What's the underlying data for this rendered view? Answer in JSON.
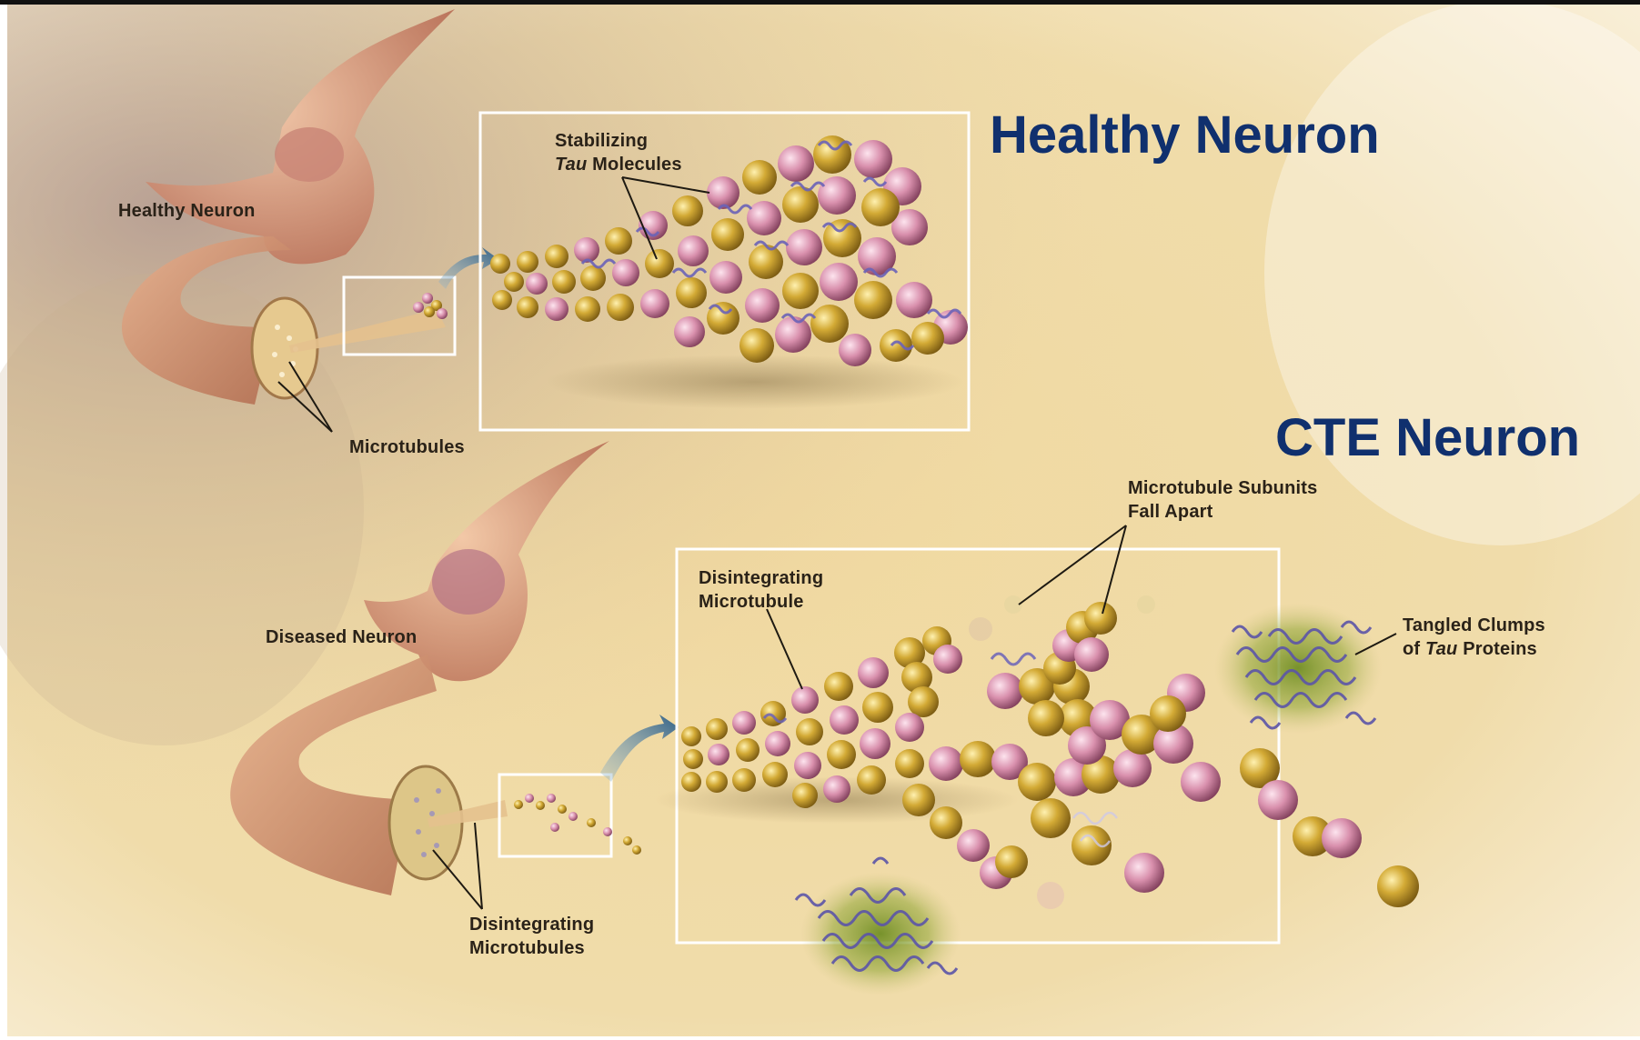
{
  "titles": {
    "healthy": "Healthy Neuron",
    "cte": "CTE Neuron"
  },
  "labels": {
    "healthy_neuron": "Healthy Neuron",
    "stabilizing_line1": "Stabilizing",
    "stabilizing_tau": "Tau",
    "stabilizing_line2_rest": " Molecules",
    "microtubules": "Microtubules",
    "diseased_neuron": "Diseased Neuron",
    "disintegrating_microtubule_line1": "Disintegrating",
    "disintegrating_microtubule_line2": "Microtubule",
    "subunits_line1": "Microtubule Subunits",
    "subunits_line2": "Fall Apart",
    "tangled_line1": "Tangled Clumps",
    "tangled_of": "of ",
    "tangled_tau": "Tau",
    "tangled_rest": " Proteins",
    "disintegrating_microtubules_line1": "Disintegrating",
    "disintegrating_microtubules_line2": "Microtubules"
  },
  "colors": {
    "title": "#10306e",
    "label": "#2a2218",
    "parchment": "#f2dfa6",
    "gold_bead": "#c9a02e",
    "pink_bead": "#d98fa8",
    "tau_purple": "#6b63b8",
    "neuron": "#d8957a",
    "arrow": "#3a6e93"
  }
}
